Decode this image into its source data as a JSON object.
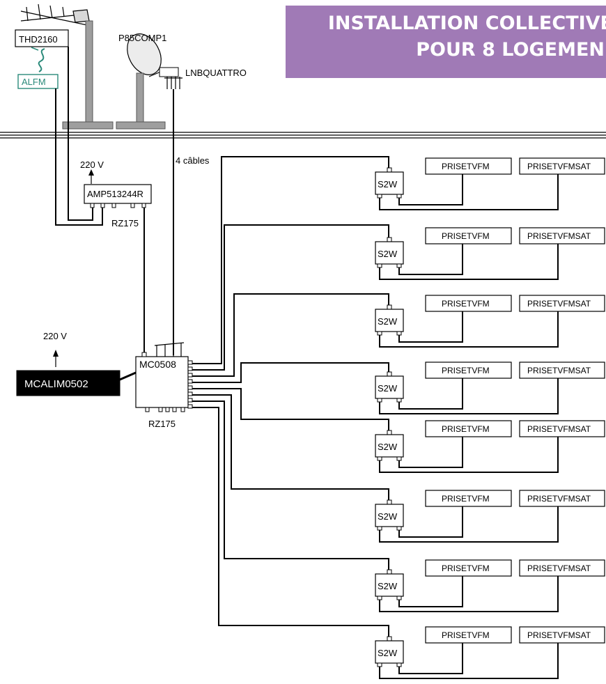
{
  "title": {
    "line1": "INSTALLATION COLLECTIVE",
    "line2": "POUR 8 LOGEMEN"
  },
  "labels": {
    "antenna": "THD2160",
    "filter": "ALFM",
    "dish": "P85COMP1",
    "lnb": "LNBQUATTRO",
    "amplifier": "AMP513244R",
    "amp_power": "220 V",
    "amp_cable": "RZ175",
    "cables": "4 câbles",
    "multiswitch": "MC0508",
    "ms_cable": "RZ175",
    "psu": "MCALIM0502",
    "psu_power": "220 V"
  },
  "outlets": [
    {
      "splitter": "S2W",
      "tvfm": "PRISETVFM",
      "tvfmsat": "PRISETVFMSAT"
    },
    {
      "splitter": "S2W",
      "tvfm": "PRISETVFM",
      "tvfmsat": "PRISETVFMSAT"
    },
    {
      "splitter": "S2W",
      "tvfm": "PRISETVFM",
      "tvfmsat": "PRISETVFMSAT"
    },
    {
      "splitter": "S2W",
      "tvfm": "PRISETVFM",
      "tvfmsat": "PRISETVFMSAT"
    },
    {
      "splitter": "S2W",
      "tvfm": "PRISETVFM",
      "tvfmsat": "PRISETVFMSAT"
    },
    {
      "splitter": "S2W",
      "tvfm": "PRISETVFM",
      "tvfmsat": "PRISETVFMSAT"
    },
    {
      "splitter": "S2W",
      "tvfm": "PRISETVFM",
      "tvfmsat": "PRISETVFMSAT"
    },
    {
      "splitter": "S2W",
      "tvfm": "PRISETVFM",
      "tvfmsat": "PRISETVFMSAT"
    }
  ],
  "colors": {
    "banner": "#a07ab6",
    "filter": "#2a8a7a",
    "psu": "#000000",
    "mast": "#9e9e9e"
  }
}
